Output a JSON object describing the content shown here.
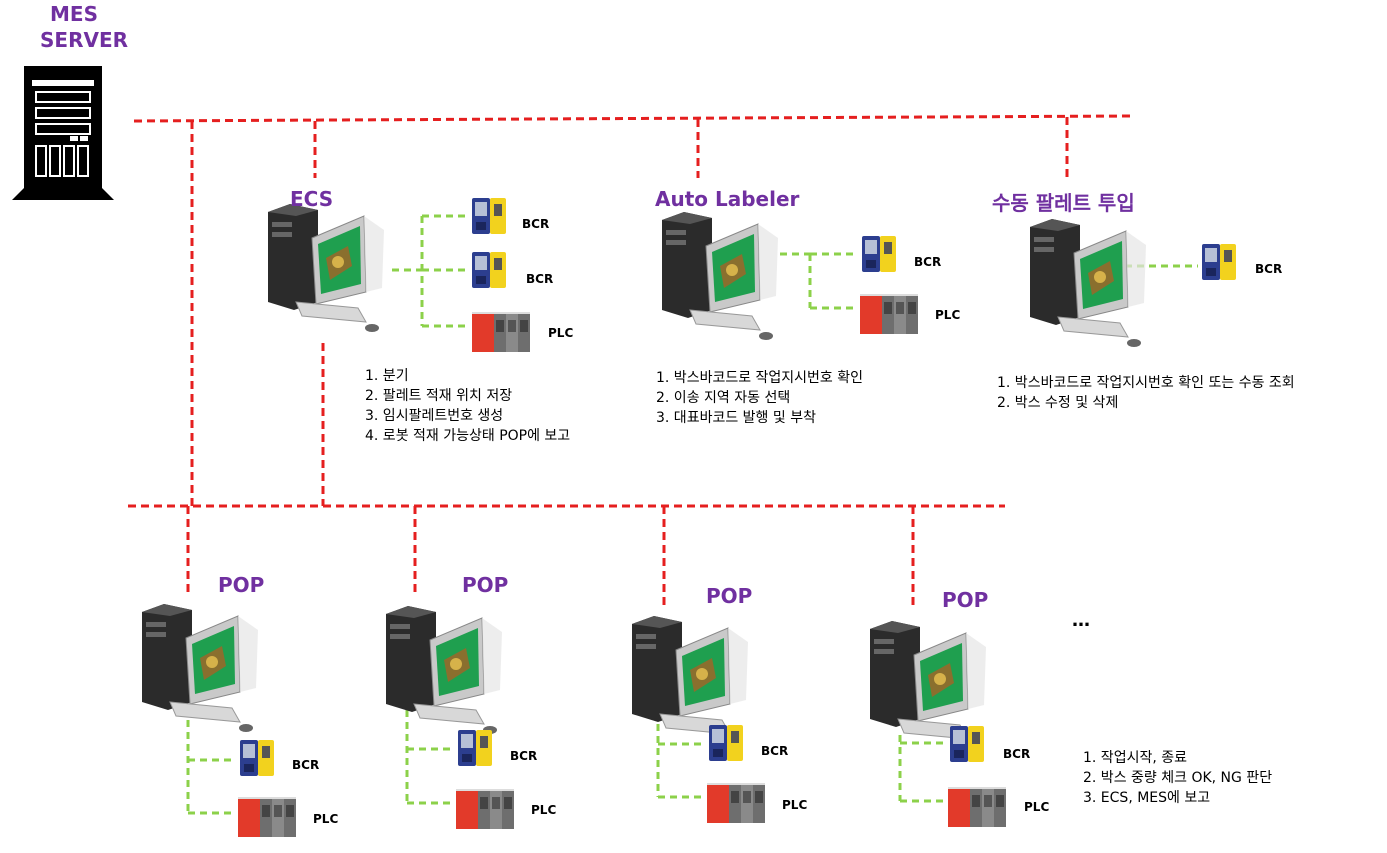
{
  "server": {
    "label_line1": "MES",
    "label_line2": "SERVER"
  },
  "ecs": {
    "label": "ECS",
    "devices": [
      "BCR",
      "BCR",
      "PLC"
    ],
    "notes": [
      "1. 분기",
      "2. 팔레트 적재 위치 저장",
      "3. 임시팔레트번호 생성",
      "4. 로봇 적재 가능상태 POP에 보고"
    ]
  },
  "auto_labeler": {
    "label": "Auto Labeler",
    "devices": [
      "BCR",
      "PLC"
    ],
    "notes": [
      "1. 박스바코드로 작업지시번호 확인",
      "2. 이송 지역 자동 선택",
      "3. 대표바코드 발행 및 부착"
    ]
  },
  "manual_pallet": {
    "label": "수동 팔레트 투입",
    "devices": [
      "BCR"
    ],
    "notes": [
      "1. 박스바코드로 작업지시번호 확인 또는 수동 조회",
      "2. 박스 수정 및 삭제"
    ]
  },
  "pops": [
    {
      "label": "POP",
      "bcr": "BCR",
      "plc": "PLC"
    },
    {
      "label": "POP",
      "bcr": "BCR",
      "plc": "PLC"
    },
    {
      "label": "POP",
      "bcr": "BCR",
      "plc": "PLC"
    },
    {
      "label": "POP",
      "bcr": "BCR",
      "plc": "PLC"
    }
  ],
  "pop_more": "…",
  "pop_notes": [
    "1. 작업시작, 종료",
    "2. 박스 중량 체크 OK, NG 판단",
    "3. ECS, MES에 보고"
  ],
  "colors": {
    "network_line": "#E51F1F",
    "device_line": "#8CD14A",
    "label": "#7030A0"
  }
}
